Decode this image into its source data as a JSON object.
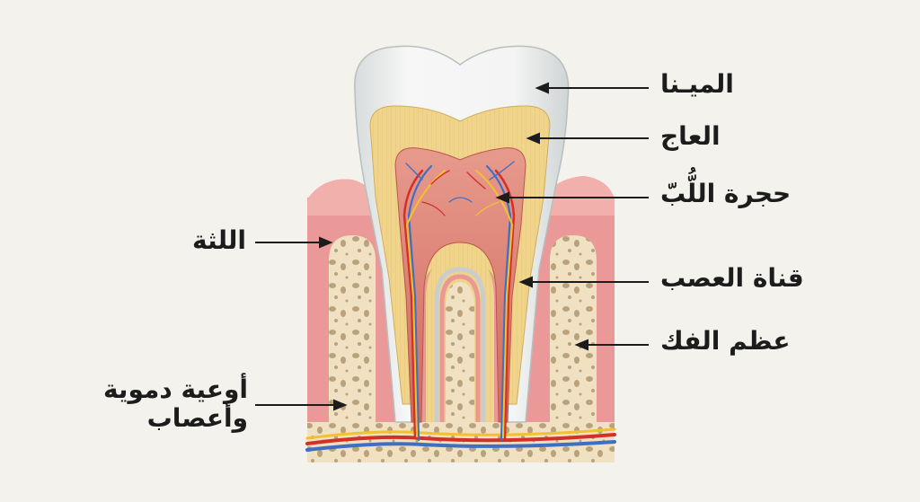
{
  "diagram": {
    "title": "",
    "background": "#f3f2ec",
    "colors": {
      "enamel": "#eceeed",
      "dentin": "#f1d48c",
      "pulp": "#d97a6e",
      "gum": "#ec9a9a",
      "bone": "#efe1c2",
      "artery": "#d3302a",
      "vein": "#3f6fc4",
      "nerve": "#f2c12e",
      "arrow": "#1c1c1c"
    },
    "labels": {
      "enamel": "الميـنا",
      "dentin": "العاج",
      "pulp_chamber": "حجرة اللُّبّ",
      "gingiva": "اللثة",
      "root_canal": "قناة العصب",
      "jaw_bone": "عظم الفك",
      "vessels_nerves": "أوعية دموية\nوأعصاب"
    }
  }
}
